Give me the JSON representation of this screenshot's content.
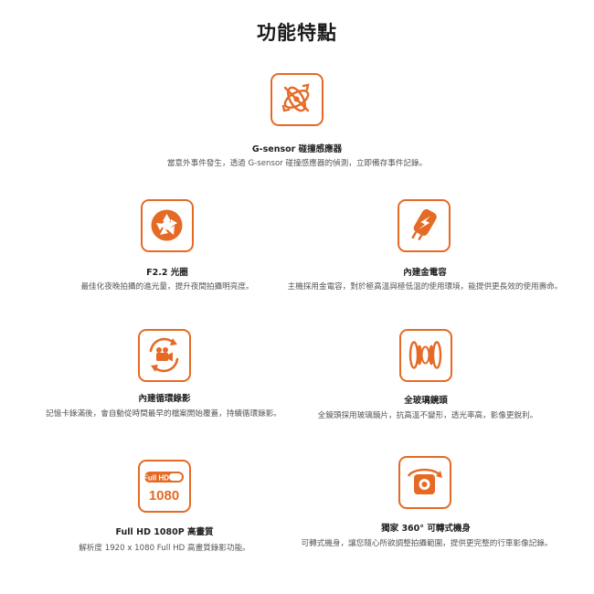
{
  "page": {
    "title": "功能特點"
  },
  "features": [
    {
      "icon": "gsensor-icon",
      "title": "G-sensor 碰撞感應器",
      "desc": "當意外事件發生，透過 G-sensor 碰撞感應器的偵測，立即備存事件記錄。"
    },
    {
      "icon": "aperture-icon",
      "title": "F2.2 光圈",
      "desc": "最佳化夜晚拍攝的進光量，提升夜間拍攝明亮度。"
    },
    {
      "icon": "capacitor-icon",
      "title": "內建金電容",
      "desc": "主機採用金電容，對於極高溫與極低溫的使用環境，能提供更長效的使用壽命。"
    },
    {
      "icon": "loop-recording-icon",
      "title": "內建循環錄影",
      "desc": "記憶卡錄滿後，會自動從時間最早的檔案開始覆蓋，持續循環錄影。"
    },
    {
      "icon": "glass-lens-icon",
      "title": "全玻璃鏡頭",
      "desc": "全鏡頭採用玻璃鏡片，抗高溫不變形，透光率高，影像更銳利。"
    },
    {
      "icon": "full-hd-icon",
      "title": "Full HD 1080P 高畫質",
      "desc": "解析度 1920 x 1080 Full HD 高畫質錄影功能。",
      "badge_top": "Full HD",
      "badge_bottom": "1080"
    },
    {
      "icon": "rotate-360-icon",
      "title": "獨家 360° 可轉式機身",
      "desc": "可轉式機身，讓您隨心所欲調整拍攝範圍，提供更完整的行車影像記錄。"
    }
  ],
  "colors": {
    "accent": "#e56a25"
  }
}
